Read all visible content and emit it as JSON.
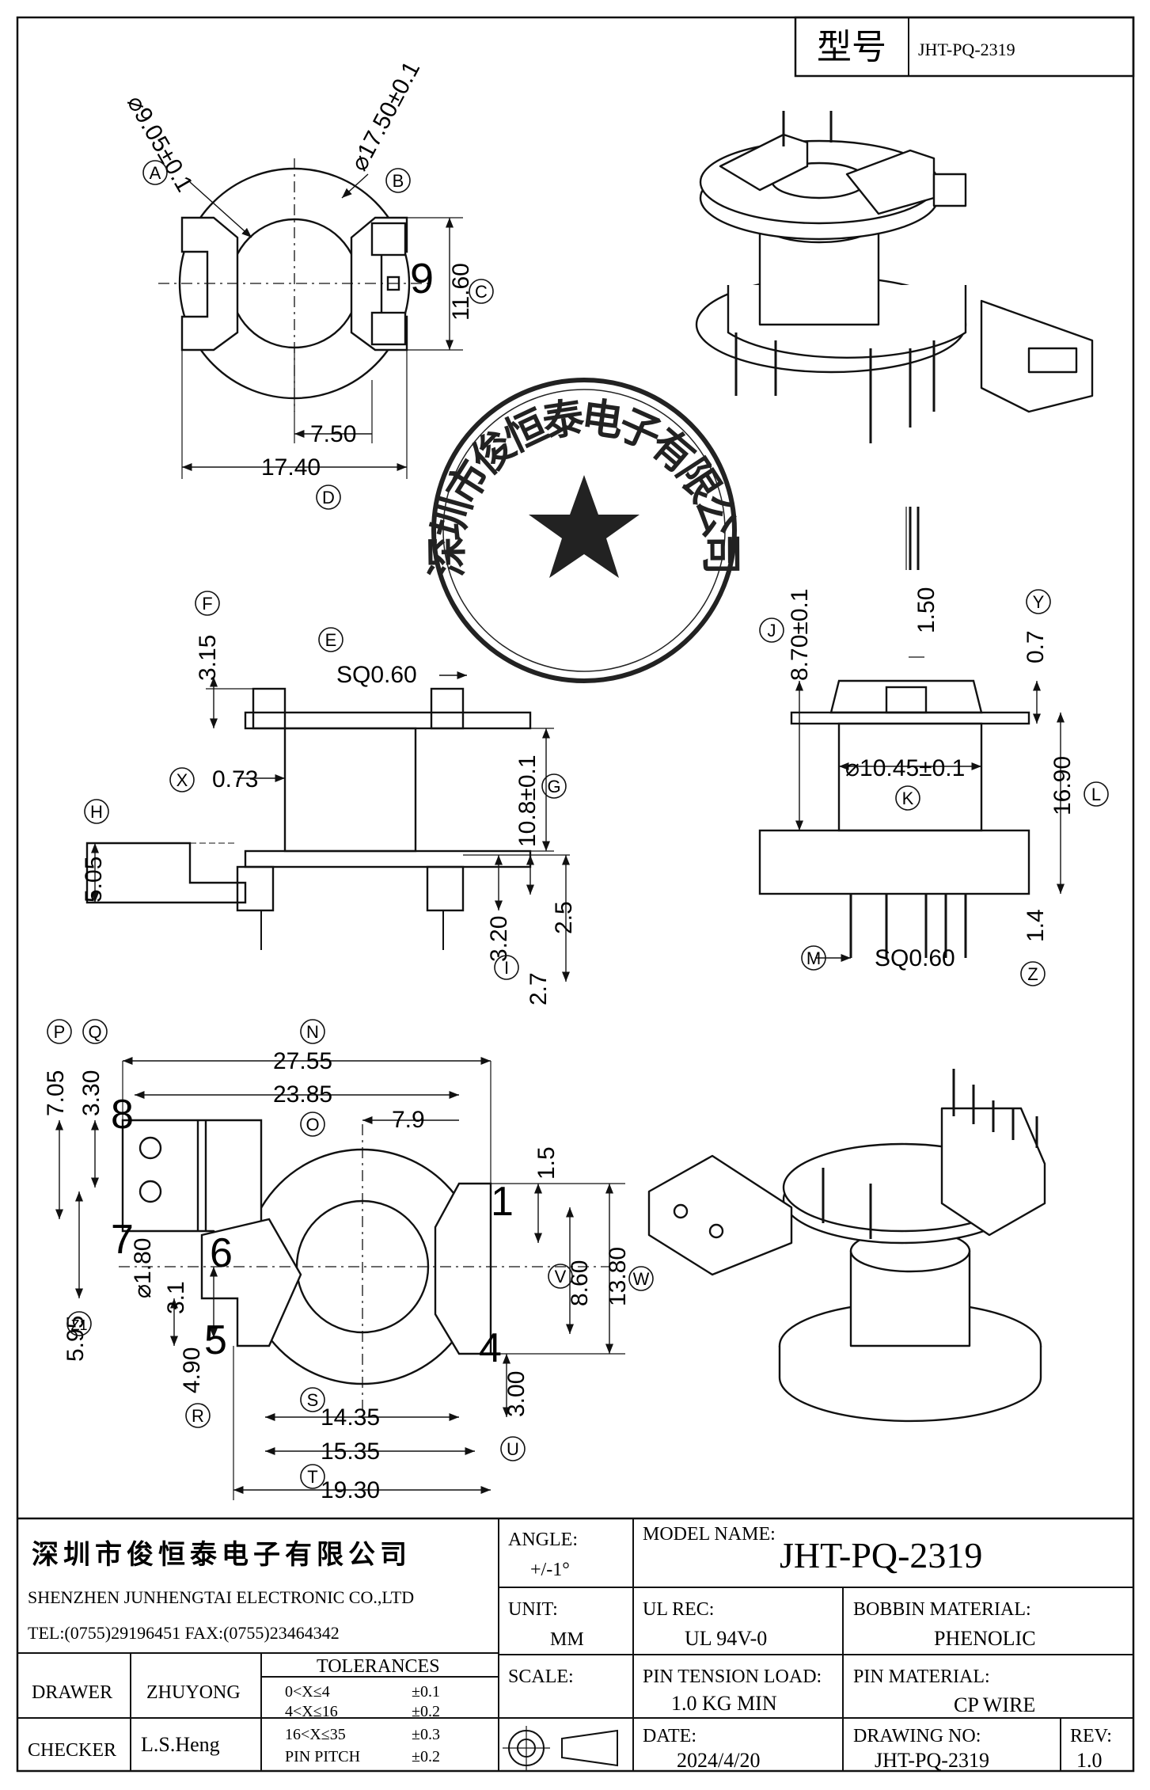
{
  "header": {
    "model_label": "型号",
    "model_value": "JHT-PQ-2319"
  },
  "stamp": {
    "company": "深圳市俊恒泰电子有限公司"
  },
  "top_view": {
    "callouts": {
      "a": "A",
      "b": "B",
      "c": "C",
      "d": "D"
    },
    "dims": {
      "inner_dia": "⌀9.05±0.1",
      "outer_dia": "⌀17.50±0.1",
      "height": "11.60",
      "pin_offset": "7.50",
      "width": "17.40",
      "pin_label": "9"
    }
  },
  "front_view": {
    "callouts": {
      "e": "E",
      "f": "F",
      "x": "X",
      "g": "G",
      "h": "H",
      "i": "I"
    },
    "dims": {
      "top_flange": "3.15",
      "pin_sq": "SQ0.60",
      "wall": "0.73",
      "winding_h": "10.8±0.1",
      "base_h": "5.05",
      "pin_len": "3.20",
      "pin_2_5": "2.5",
      "pin_2_7": "2.7"
    }
  },
  "side_view": {
    "callouts": {
      "j": "J",
      "y": "Y",
      "k": "K",
      "l": "L",
      "m": "M",
      "z": "Z"
    },
    "dims": {
      "total_h": "8.70±0.1",
      "slot": "1.50",
      "flange": "0.7",
      "core_dia": "⌀10.45±0.1",
      "overall": "16.90",
      "pin_step": "1.4",
      "pin_sq": "SQ0.60"
    }
  },
  "bottom_view": {
    "callouts": {
      "n": "N",
      "o": "O",
      "p": "P",
      "q": "Q",
      "r": "R",
      "s": "S",
      "t": "T",
      "u": "U",
      "v": "V",
      "w": "W",
      "z1": "Z1"
    },
    "dims": {
      "overall_w": "27.55",
      "inner_w": "23.85",
      "pin_off": "7.9",
      "d_705": "7.05",
      "d_330": "3.30",
      "d_15": "1.5",
      "d_860": "8.60",
      "d_1380": "13.80",
      "d_595": "5.95",
      "d_180": "⌀1.80",
      "d_31": "3.1",
      "d_490": "4.90",
      "d_300": "3.00",
      "d_1435": "14.35",
      "d_1535": "15.35",
      "d_1930": "19.30"
    },
    "pins": {
      "p1": "1",
      "p4": "4",
      "p5": "5",
      "p6": "6",
      "p7": "7",
      "p8": "8"
    }
  },
  "title_block": {
    "company_cn": "深圳市俊恒泰电子有限公司",
    "company_en": "SHENZHEN JUNHENGTAI ELECTRONIC CO.,LTD",
    "contact": "TEL:(0755)29196451 FAX:(0755)23464342",
    "angle_label": "ANGLE:",
    "angle_value": "+/-1°",
    "model_name_label": "MODEL NAME:",
    "model_name": "JHT-PQ-2319",
    "unit_label": "UNIT:",
    "unit_value": "MM",
    "ul_label": "UL REC:",
    "ul_value": "UL 94V-0",
    "bobbin_label": "BOBBIN MATERIAL:",
    "bobbin_value": "PHENOLIC",
    "scale_label": "SCALE:",
    "pin_tension_label": "PIN TENSION LOAD:",
    "pin_tension_value": "1.0 KG MIN",
    "pin_material_label": "PIN MATERIAL:",
    "pin_material_value": "CP WIRE",
    "drawer_label": "DRAWER",
    "drawer_value": "ZHUYONG",
    "checker_label": "CHECKER",
    "checker_value": "L.S.Heng",
    "tolerances_label": "TOLERANCES",
    "tol_rows": [
      {
        "range": "0<X≤4",
        "tol": "±0.1"
      },
      {
        "range": "4<X≤16",
        "tol": "±0.2"
      },
      {
        "range": "16<X≤35",
        "tol": "±0.3"
      },
      {
        "range": "PIN PITCH",
        "tol": "±0.2"
      }
    ],
    "date_label": "DATE:",
    "date_value": "2024/4/20",
    "drawing_no_label": "DRAWING NO:",
    "drawing_no_value": "JHT-PQ-2319",
    "rev_label": "REV:",
    "rev_value": "1.0"
  }
}
